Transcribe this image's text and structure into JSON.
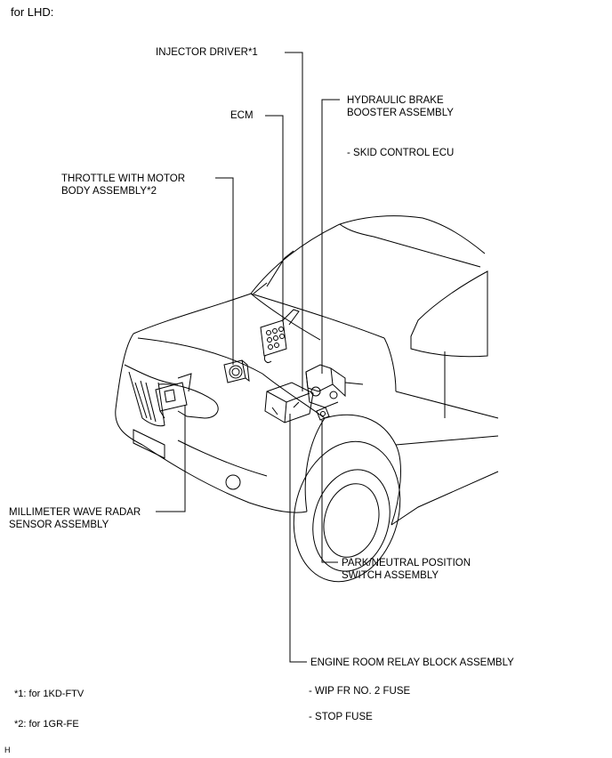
{
  "header": "for LHD:",
  "labels": {
    "injector_driver": "INJECTOR DRIVER*1",
    "ecm": "ECM",
    "hydraulic_brake_line1": "HYDRAULIC BRAKE",
    "hydraulic_brake_line2": "BOOSTER ASSEMBLY",
    "skid_control": "- SKID CONTROL ECU",
    "throttle_line1": "THROTTLE WITH MOTOR",
    "throttle_line2": "BODY ASSEMBLY*2",
    "radar_line1": "MILLIMETER WAVE RADAR",
    "radar_line2": "SENSOR ASSEMBLY",
    "park_line1": "PARK/NEUTRAL POSITION",
    "park_line2": "SWITCH ASSEMBLY",
    "relay_block": "ENGINE ROOM RELAY BLOCK ASSEMBLY",
    "wip_fuse": "- WIP FR NO. 2 FUSE",
    "stop_fuse": "- STOP FUSE"
  },
  "notes": {
    "note1": "*1: for 1KD-FTV",
    "note2": "*2: for 1GR-FE"
  },
  "corner_mark": "H"
}
